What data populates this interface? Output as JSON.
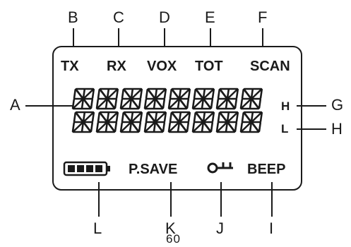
{
  "callouts": {
    "A": "A",
    "B": "B",
    "C": "C",
    "D": "D",
    "E": "E",
    "F": "F",
    "G": "G",
    "H": "H",
    "I": "I",
    "J": "J",
    "K": "K",
    "L": "L"
  },
  "indicators_top": {
    "tx": "TX",
    "rx": "RX",
    "vox": "VOX",
    "tot": "TOT",
    "scan": "SCAN"
  },
  "indicators_right": {
    "high": "H",
    "low": "L"
  },
  "indicators_bottom": {
    "psave": "P.SAVE",
    "beep": "BEEP"
  },
  "icons": {
    "battery": "battery-icon",
    "key_lock": "key-lock-icon"
  },
  "segment_digits": {
    "rows": 2,
    "per_row": 8
  },
  "page_number": "60"
}
